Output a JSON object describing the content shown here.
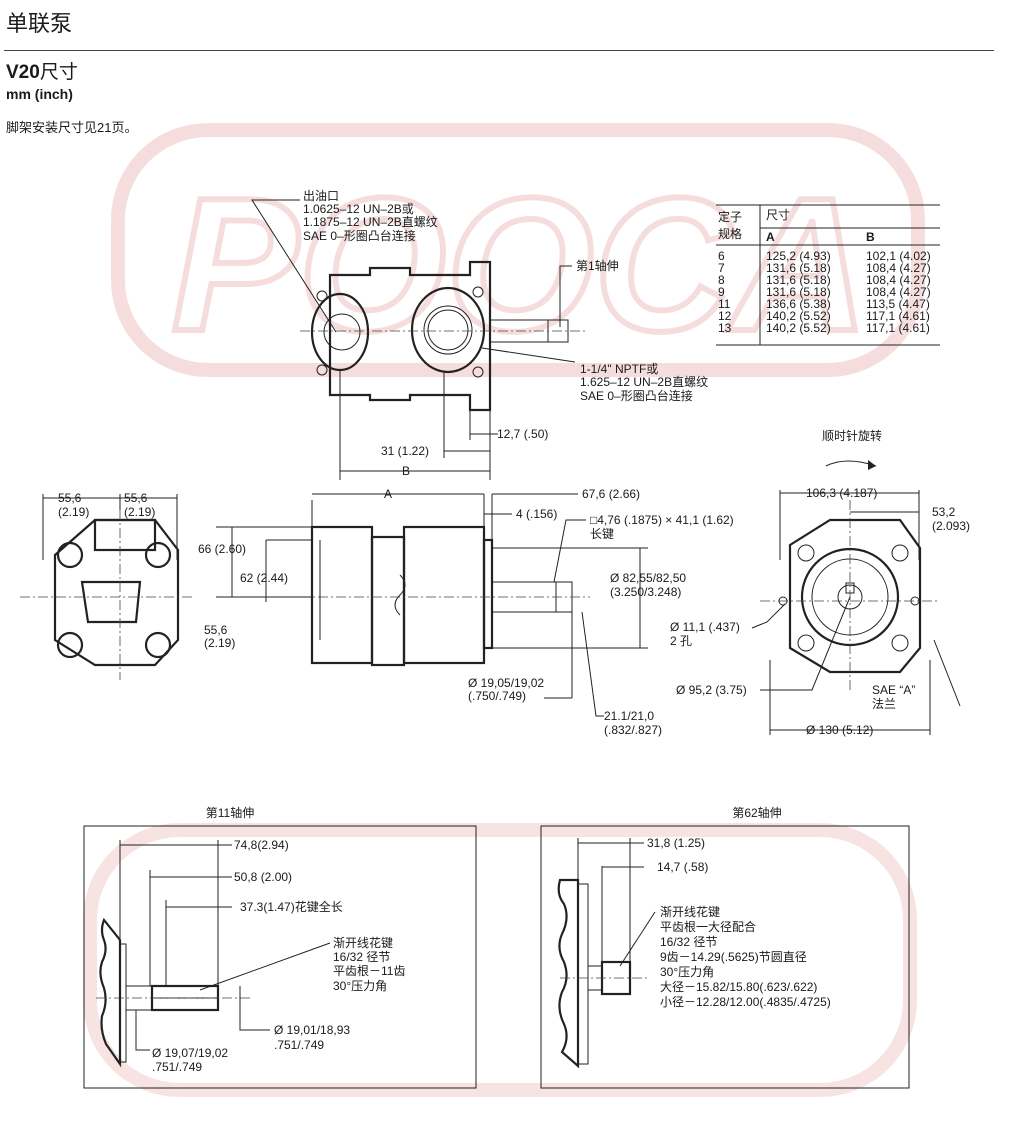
{
  "header": {
    "title": "单联泵"
  },
  "section": {
    "title_bold": "V20",
    "title_rest": "尺寸",
    "units": "mm (inch)",
    "note": "脚架安装尺寸见21页。"
  },
  "watermark": {
    "text": "POOCA",
    "color": "#f3c9c9"
  },
  "table": {
    "col_header": "定子\n规格",
    "dim_header": "尺寸",
    "col_a": "A",
    "col_b": "B",
    "rows": [
      {
        "size": "6",
        "a": "125,2 (4.93)",
        "b": "102,1 (4.02)"
      },
      {
        "size": "7",
        "a": "131,6 (5.18)",
        "b": "108,4 (4.27)"
      },
      {
        "size": "8",
        "a": "131,6 (5.18)",
        "b": "108,4 (4.27)"
      },
      {
        "size": "9",
        "a": "131,6 (5.18)",
        "b": "108,4 (4.27)"
      },
      {
        "size": "11",
        "a": "136,6 (5.38)",
        "b": "113,5 (4.47)"
      },
      {
        "size": "12",
        "a": "140,2 (5.52)",
        "b": "117,1 (4.61)"
      },
      {
        "size": "13",
        "a": "140,2 (5.52)",
        "b": "117,1 (4.61)"
      }
    ]
  },
  "labels": {
    "outlet_1": "出油口",
    "outlet_2": "1.0625–12 UN–2B或",
    "outlet_3": "1.1875–12 UN–2B直螺纹",
    "outlet_4": "SAE 0–形圈凸台连接",
    "shaft1": "第1轴伸",
    "inlet_1": "1-1/4\" NPTF或",
    "inlet_2": "1.625–12 UN–2B直螺纹",
    "inlet_3": "SAE  0–形圈凸台连接",
    "dim_12_7": "12,7 (.50)",
    "dim_31": "31 (1.22)",
    "dim_B": "B",
    "dim_A": "A",
    "dim_67_6": "67,6 (2.66)",
    "dim_4": "4 (.156)",
    "key_1": "□4,76 (.1875) × 41,1 (1.62)",
    "key_2": "长键",
    "dim_82_1": "Ø 82,55/82,50",
    "dim_82_2": "(3.250/3.248)",
    "dim_66": "66 (2.60)",
    "dim_62": "62 (2.44)",
    "dim_55b_1": "55,6",
    "dim_55b_2": "(2.19)",
    "dim_55l_1": "55,6",
    "dim_55l_2": "(2.19)",
    "dim_55r_1": "55,6",
    "dim_55r_2": "(2.19)",
    "dim_19_1": "Ø 19,05/19,02",
    "dim_19_2": "(.750/.749)",
    "dim_21_1": "21.1/21,0",
    "dim_21_2": "(.832/.827)",
    "rotation": "顺时针旋转",
    "dim_106": "106,3 (4.187)",
    "dim_53_1": "53,2",
    "dim_53_2": "(2.093)",
    "dim_11_1": "Ø 11,1 (.437)",
    "dim_11_2": "2 孔",
    "dim_95": "Ø 95,2 (3.75)",
    "sae_1": "SAE “A”",
    "sae_2": "法兰",
    "dim_130": "Ø 130 (5.12)"
  },
  "shaft11": {
    "title": "第11轴伸",
    "d1": "74,8(2.94)",
    "d2": "50,8 (2.00)",
    "d3": "37.3(1.47)花键全长",
    "s1": "渐开线花键",
    "s2": "16/32 径节",
    "s3": "平齿根－11齿",
    "s4": "30°压力角",
    "od_1": "Ø 19,01/18,93",
    "od_2": ".751/.749",
    "bd_1": "Ø 19,07/19,02",
    "bd_2": ".751/.749"
  },
  "shaft62": {
    "title": "第62轴伸",
    "d1": "31,8 (1.25)",
    "d2": "14,7 (.58)",
    "s1": "渐开线花键",
    "s2": "平齿根一大径配合",
    "s3": "16/32 径节",
    "s4": "9齿－14.29(.5625)节圆直径",
    "s5": "30°压力角",
    "s6": "大径－15.82/15.80(.623/.622)",
    "s7": "小径－12.28/12.00(.4835/.4725)"
  }
}
